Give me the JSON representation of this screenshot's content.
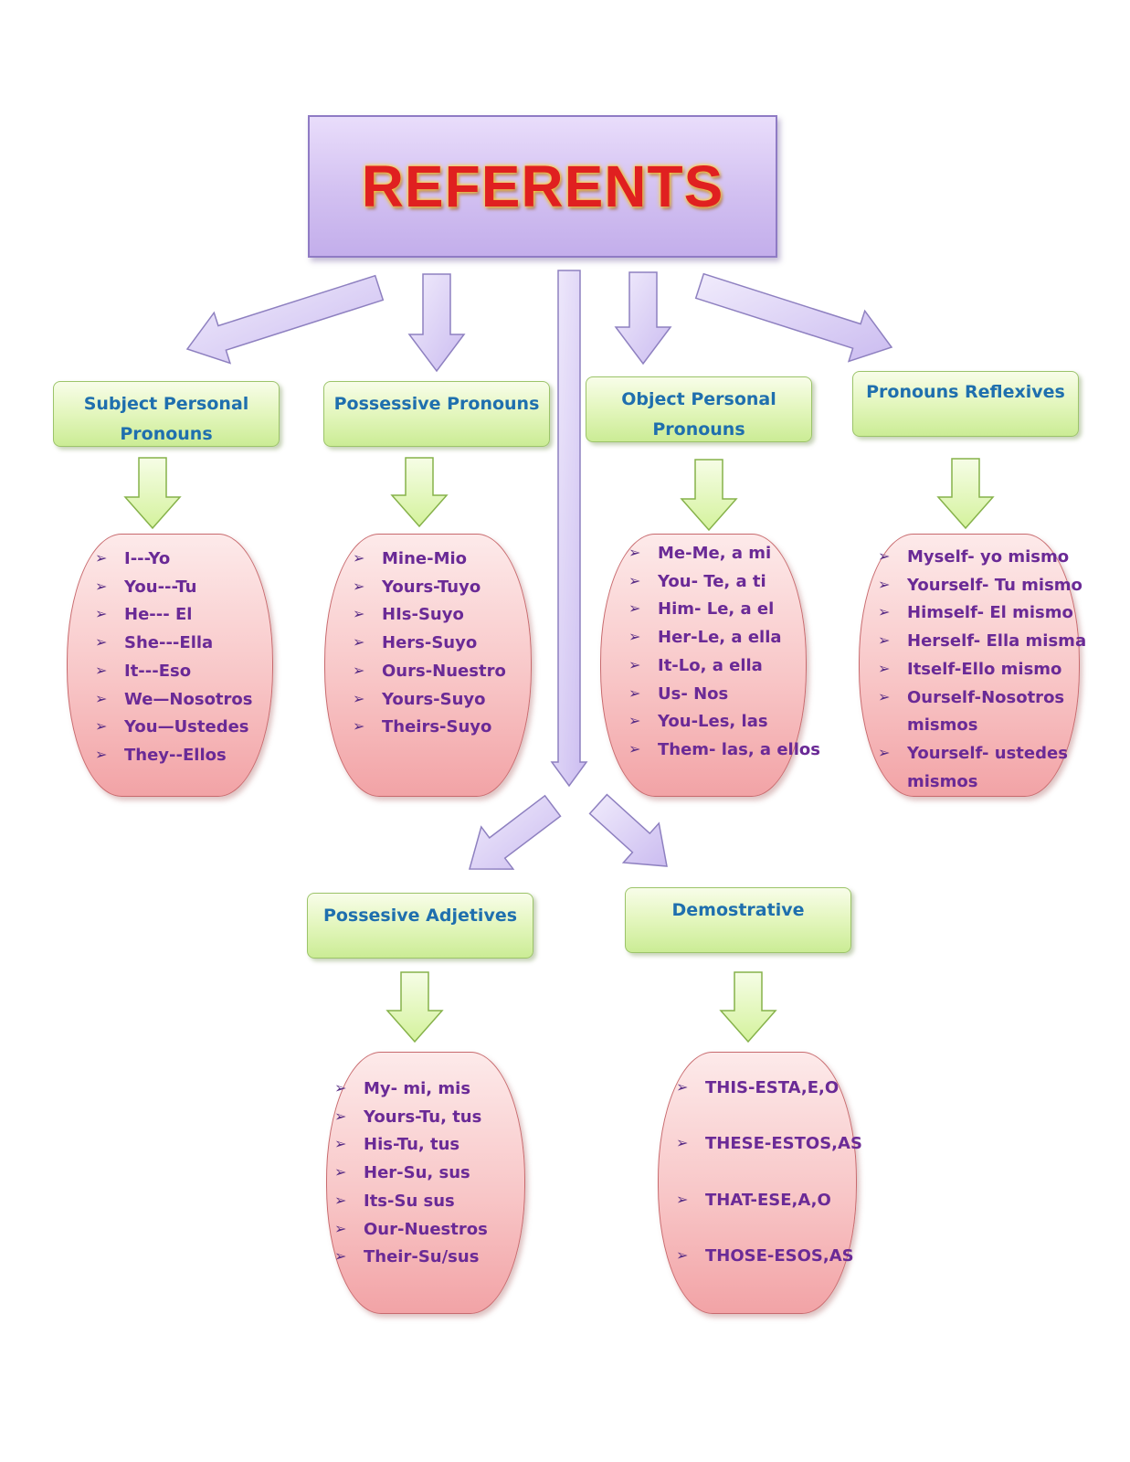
{
  "title": "REFERENTS",
  "colors": {
    "title_text": "#e02020",
    "title_box": "#d2c0f1",
    "category_box": "#e3f6bd",
    "category_text": "#1f6fae",
    "list_box": "#f8c6c7",
    "list_text": "#6a2a96",
    "arrow_purple": "#d8cdf3",
    "arrow_green": "#e6f8c4"
  },
  "bullet_icon": "arrow-bullet-icon",
  "categories": [
    {
      "id": "subject-personal-pronouns",
      "label_lines": [
        "Subject Personal",
        "Pronouns"
      ],
      "items": [
        "I---Yo",
        "You---Tu",
        "He--- El",
        "She---Ella",
        "It---Eso",
        "We—Nosotros",
        "You—Ustedes",
        "They--Ellos"
      ]
    },
    {
      "id": "possessive-pronouns",
      "label_lines": [
        "Possessive Pronouns"
      ],
      "items": [
        "Mine-Mio",
        "Yours-Tuyo",
        "HIs-Suyo",
        "Hers-Suyo",
        "Ours-Nuestro",
        "Yours-Suyo",
        "Theirs-Suyo"
      ]
    },
    {
      "id": "object-personal-pronouns",
      "label_lines": [
        "Object Personal",
        "Pronouns"
      ],
      "items": [
        "Me-Me, a mi",
        "You- Te,  a ti",
        "Him- Le, a el",
        "Her-Le, a ella",
        "It-Lo, a ella",
        "Us- Nos",
        "You-Les, las",
        "Them- las, a ellos"
      ]
    },
    {
      "id": "pronouns-reflexives",
      "label_lines": [
        "Pronouns Reflexives"
      ],
      "items": [
        "Myself- yo mismo",
        "Yourself- Tu mismo",
        "Himself- El mismo",
        "Herself- Ella misma",
        "Itself-Ello mismo",
        "Ourself-Nosotros",
        "mismos",
        "Yourself- ustedes",
        "mismos"
      ]
    },
    {
      "id": "possesive-adjetives",
      "label_lines": [
        "Possesive Adjetives"
      ],
      "items": [
        "My- mi, mis",
        "Yours-Tu, tus",
        "His-Tu, tus",
        "Her-Su, sus",
        "Its-Su sus",
        "Our-Nuestros",
        "Their-Su/sus"
      ]
    },
    {
      "id": "demostrative",
      "label_lines": [
        "Demostrative"
      ],
      "items": [
        "THIS-ESTA,E,O",
        "THESE-ESTOS,AS",
        "THAT-ESE,A,O",
        "THOSE-ESOS,AS"
      ]
    }
  ]
}
